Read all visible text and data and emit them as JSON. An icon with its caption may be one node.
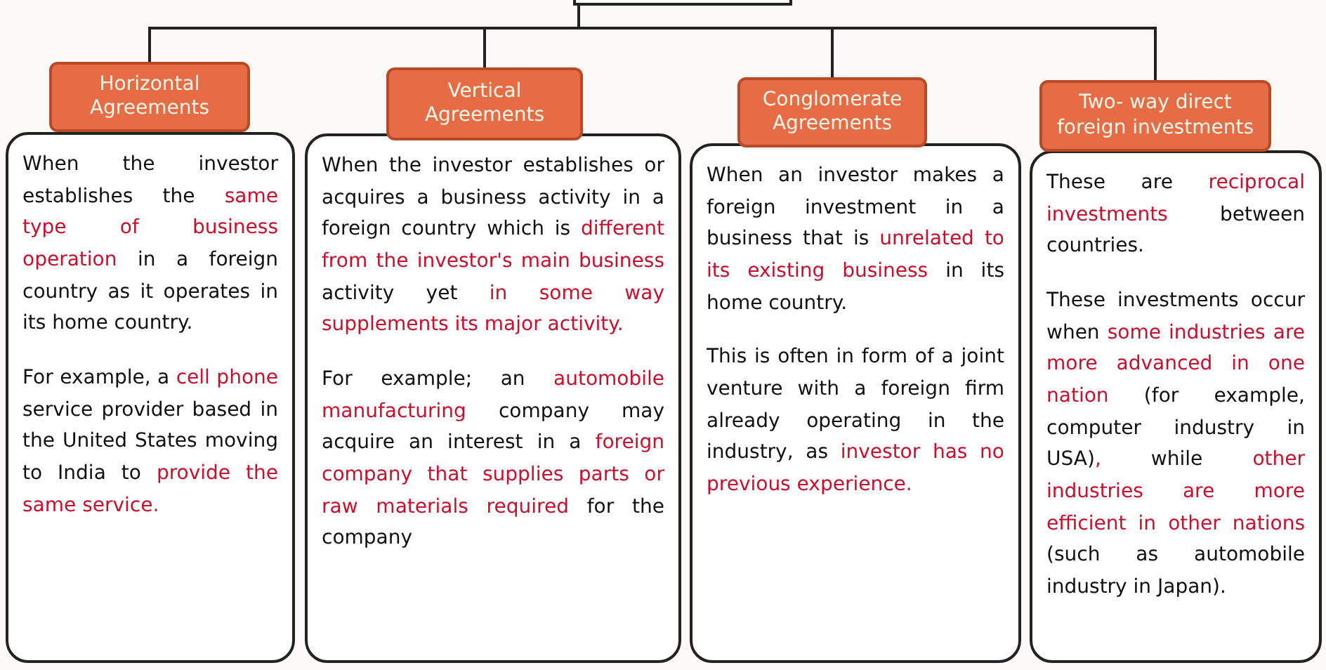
{
  "diagram": {
    "nodes": [
      {
        "text": [],
        "shape": "box"
      },
      {
        "text": [
          "Horizontal Agreements"
        ]
      },
      {
        "text": [
          "Vertical Agreements"
        ]
      },
      {
        "text": [
          "Conglomerate Agreements"
        ]
      },
      {
        "text": [
          "Two- way direct foreign investments"
        ]
      },
      {
        "text": [
          "When the investor establishes the **same type of business operation** in a foreign country as it operates in its home country.",
          "For example, a **cell phone** service provider based in the United States moving to India to **provide the same service.**"
        ]
      },
      {
        "text": [
          "When the investor establishes or acquires a business activity in a foreign country which is **different from the investor's main business** activity yet **in some way supplements its major activity.**",
          "For example; an **automobile manufacturing** company may acquire an interest in a **foreign company that supplies parts or raw materials required** for the company"
        ]
      },
      {
        "text": [
          "When an investor makes a foreign investment in a business that is **unrelated to its existing business** in its home country.",
          "This is often in form of a joint venture with a foreign firm already operating in the industry, as **investor has no previous experience.**"
        ]
      },
      {
        "text": [
          "These are **reciprocal investments** between countries.",
          "These investments occur when **some industries are more advanced in one nation** (for example, computer industry in USA)**,** while **other industries are more efficient in other nations** (such as automobile industry in Japan)."
        ]
      }
    ],
    "edges": [
      {
        "from": 0,
        "to": 1,
        "arrow": "none"
      },
      {
        "from": 0,
        "to": 2,
        "arrow": "none"
      },
      {
        "from": 0,
        "to": 3,
        "arrow": "none"
      },
      {
        "from": 0,
        "to": 4,
        "arrow": "none"
      }
    ]
  }
}
